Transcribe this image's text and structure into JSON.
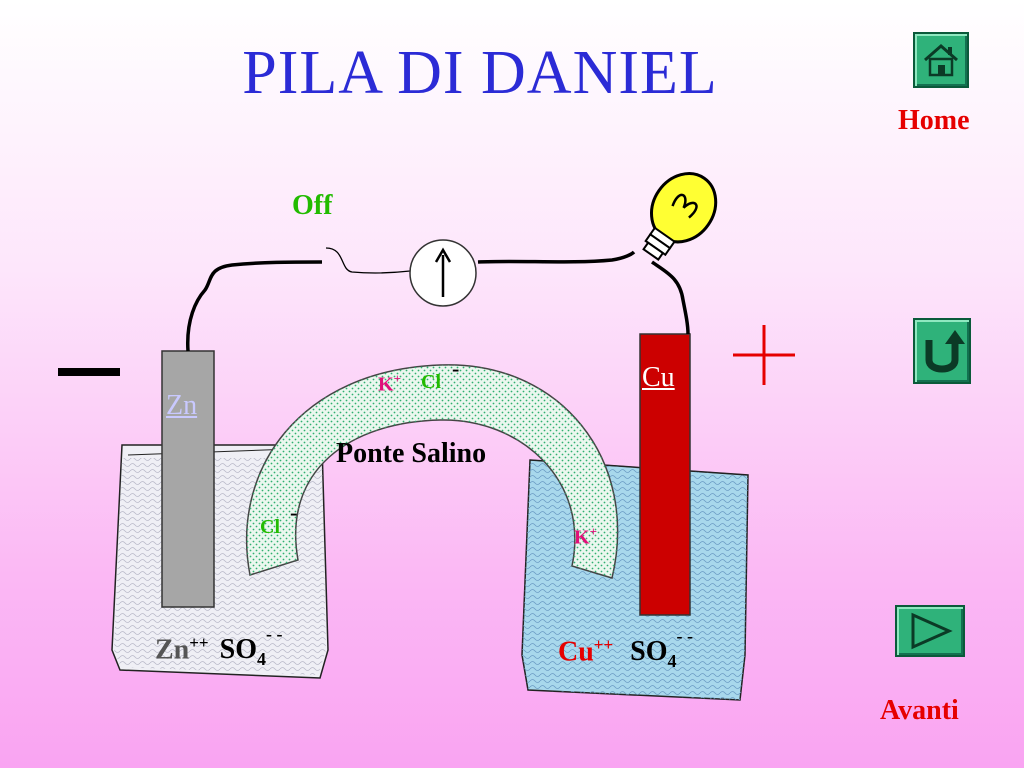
{
  "slide": {
    "title": "PILA DI DANIEL",
    "switch_label": "Off",
    "bridge_label": "Ponte Salino",
    "minus_sign": "−",
    "plus_sign": "+"
  },
  "nav": {
    "home_label": "Home",
    "next_label": "Avanti",
    "home_icon": "home-icon",
    "return_icon": "return-arrow-icon",
    "next_icon": "play-arrow-icon"
  },
  "electrodes": {
    "anode": "Zn",
    "cathode": "Cu"
  },
  "ions": {
    "bridge_k_top": "K",
    "bridge_k_top_charge": "+",
    "bridge_cl_top": "Cl",
    "bridge_cl_top_charge": "-",
    "bridge_cl_left": "Cl",
    "bridge_cl_left_charge": "-",
    "bridge_k_right": "K",
    "bridge_k_right_charge": "+"
  },
  "solutions": {
    "left_cation": "Zn",
    "left_cation_charge": "++",
    "left_anion": "SO",
    "left_anion_sub": "4",
    "left_anion_charge": "- -",
    "right_cation": "Cu",
    "right_cation_charge": "++",
    "right_anion": "SO",
    "right_anion_sub": "4",
    "right_anion_charge": "- -"
  },
  "colors": {
    "title": "#2b2bd6",
    "switch_label": "#22bb00",
    "nav_text": "#e60000",
    "zinc": "#a6a6a6",
    "copper": "#cc0000",
    "copper_solution": "#a8d8ec",
    "zinc_solution": "#eeeeee",
    "ion_k": "#e0107a",
    "ion_cl": "#22bb00"
  }
}
